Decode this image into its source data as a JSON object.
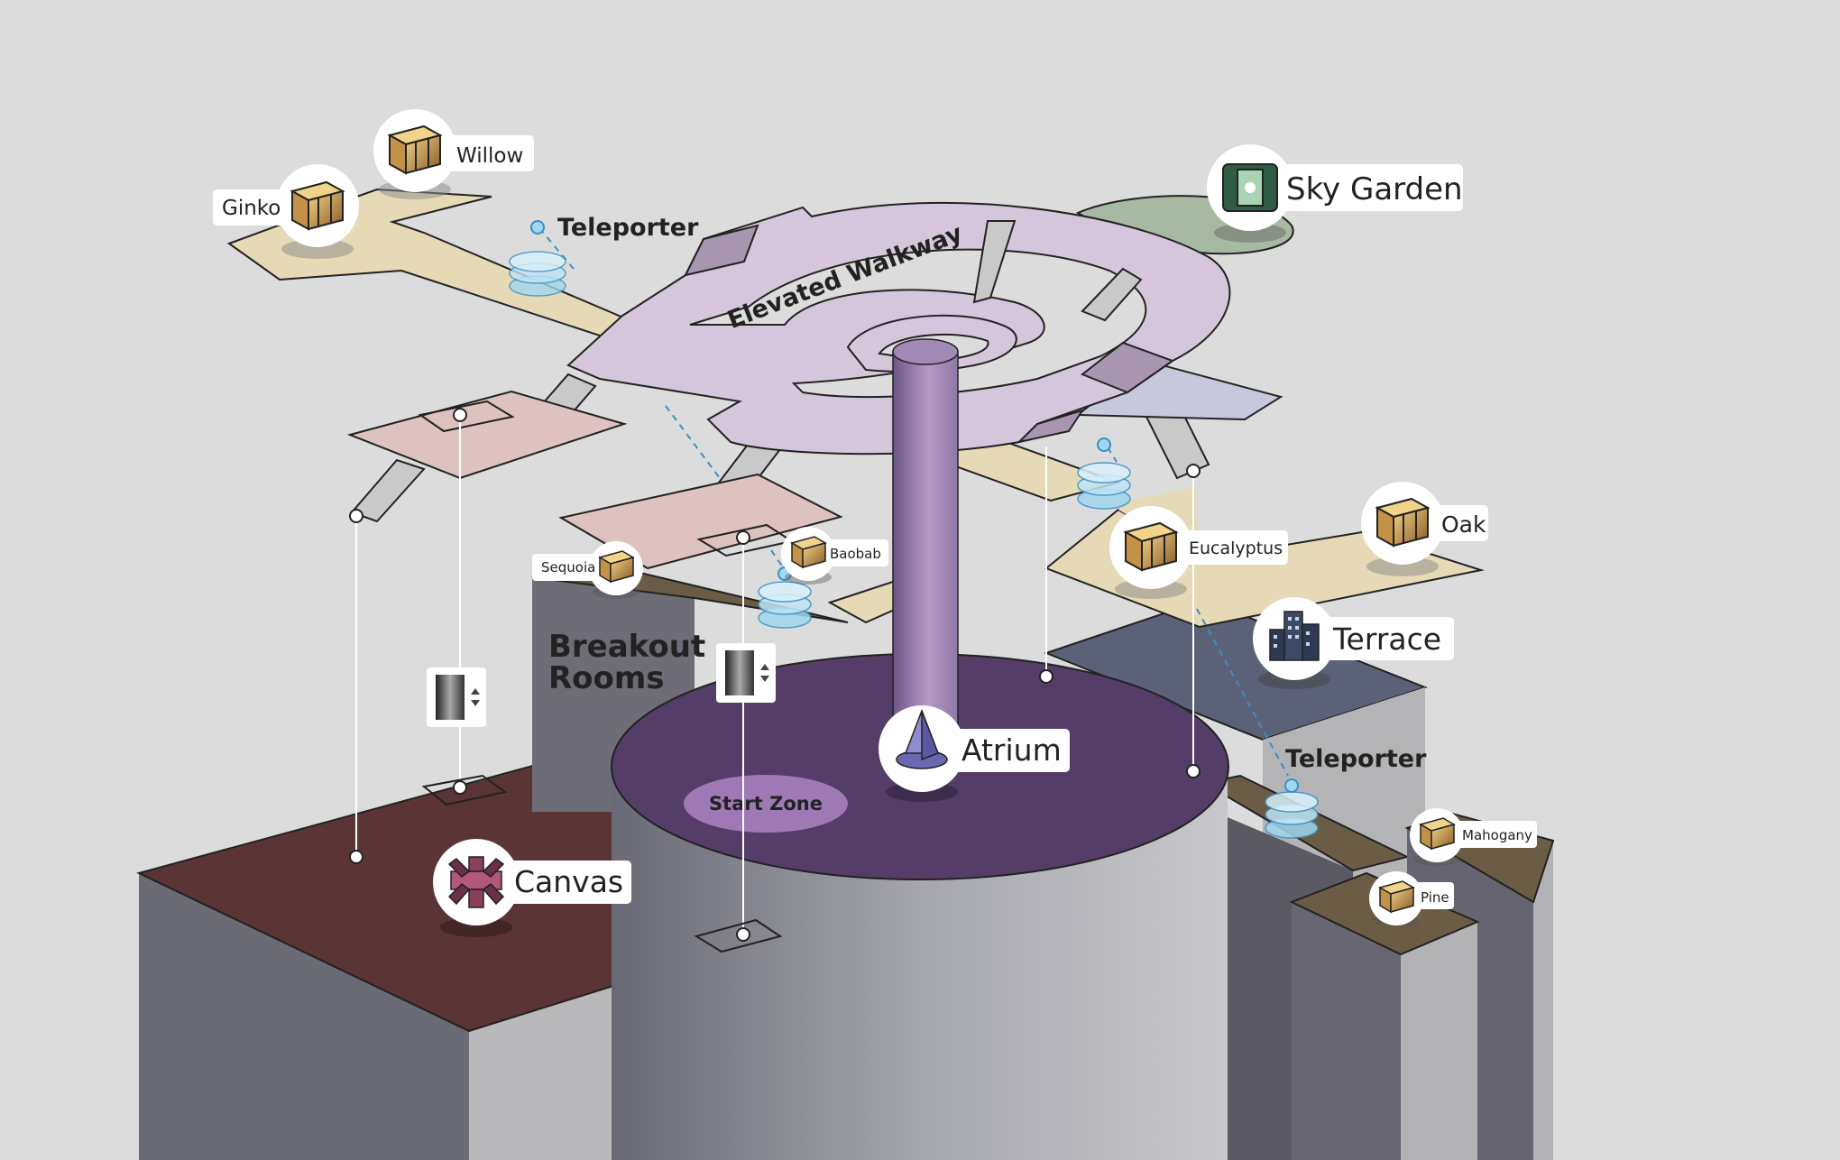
{
  "labels": {
    "willow": "Willow",
    "ginko": "Ginko",
    "teleporter_top": "Teleporter",
    "elevated_walkway": "Elevated Walkway",
    "sky_garden": "Sky Garden",
    "oak": "Oak",
    "eucalyptus": "Eucalyptus",
    "sequoia": "Sequoia",
    "baobab": "Baobab",
    "breakout_line1": "Breakout",
    "breakout_line2": "Rooms",
    "terrace": "Terrace",
    "atrium": "Atrium",
    "teleporter_right": "Teleporter",
    "start_zone": "Start Zone",
    "mahogany": "Mahogany",
    "pine": "Pine",
    "canvas": "Canvas"
  },
  "colors": {
    "background": "#dcdcdc",
    "walkway": "#d5c6dc",
    "wood_floor": "#e6d9b6",
    "pink_floor": "#dec2c0",
    "atrium_disc": "#543d66",
    "canvas_roof": "#5b3535",
    "olive_roof": "#6b5c45",
    "terrace_roof": "#5b6278",
    "sky_garden": "#a7b9a3",
    "teleporter_blue": "#3c8fc4",
    "teleporter_light": "#9fd7ef",
    "start_zone": "#9f79b6"
  }
}
